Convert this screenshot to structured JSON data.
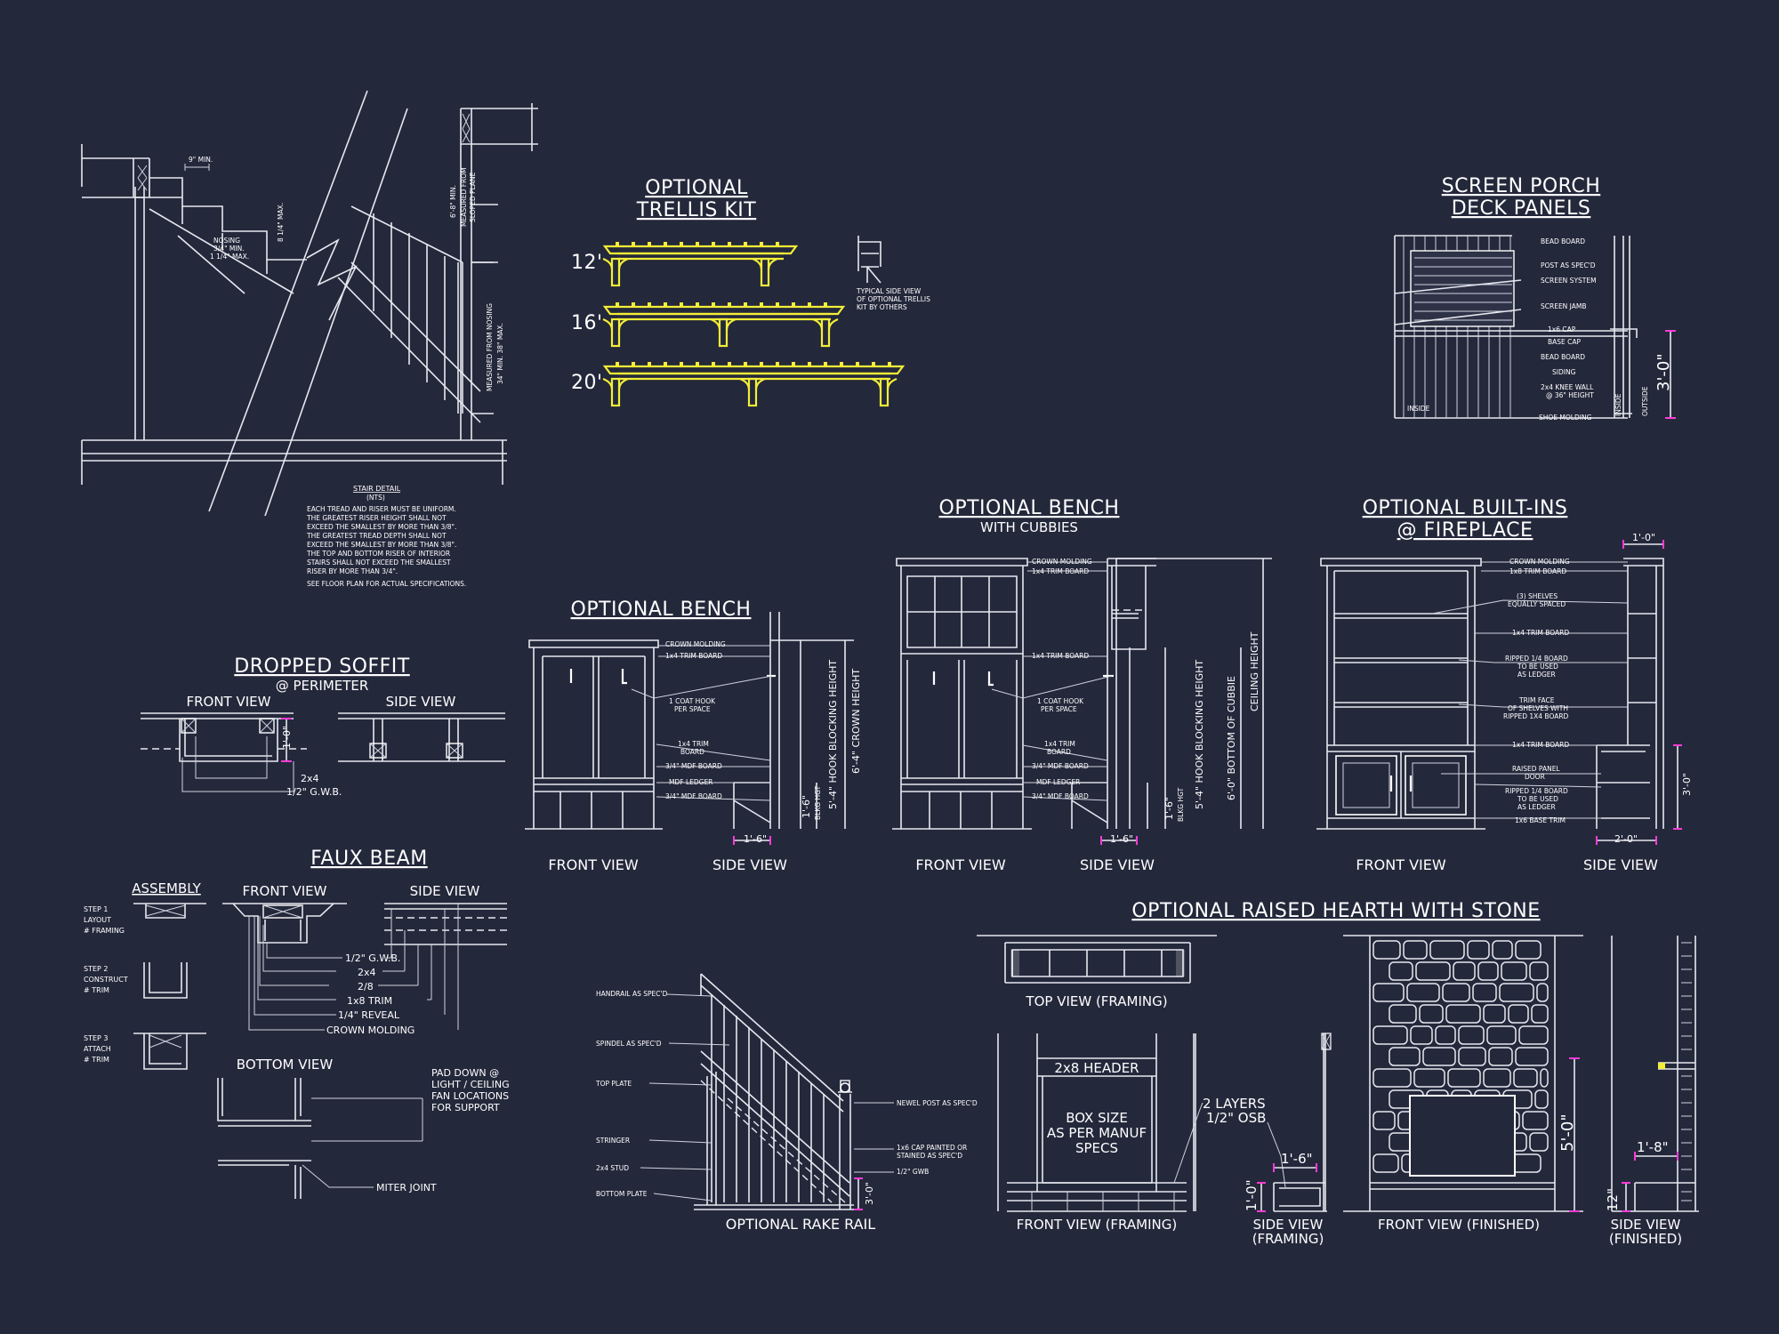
{
  "colors": {
    "background": "#24283b",
    "linework": "#ffffff",
    "trellis": "#f3ee38",
    "dimension_ticks": "#ff3ad8"
  },
  "stair": {
    "dims": [
      "9\" MIN.",
      "8 1/4\" MAX.",
      "NOSING",
      "3/4\" MIN.",
      "1 1/4\" MAX.",
      "6'-8\" MIN.",
      "MEASURED FROM",
      "SLOPED PLANE",
      "MEASURED FROM NOSING",
      "34\" MIN. 38\" MAX."
    ],
    "title": "STAIR DETAIL",
    "nts": "(NTS)",
    "notes": [
      "EACH TREAD AND RISER MUST BE UNIFORM.",
      "THE GREATEST RISER HEIGHT SHALL NOT",
      "EXCEED THE SMALLEST BY MORE THAN 3/8\".",
      "THE GREATEST TREAD DEPTH SHALL NOT",
      "EXCEED THE SMALLEST BY MORE THAN 3/8\".",
      "THE TOP AND BOTTOM RISER OF INTERIOR",
      "STAIRS SHALL NOT EXCEED THE SMALLEST",
      "RISER BY MORE THAN 3/4\".",
      "SEE FLOOR PLAN FOR ACTUAL SPECIFICATIONS."
    ]
  },
  "trellis": {
    "title_line1": "OPTIONAL",
    "title_line2": "TRELLIS KIT",
    "sizes": [
      "12'",
      "16'",
      "20'"
    ],
    "side_note": [
      "TYPICAL SIDE VIEW",
      "OF OPTIONAL TRELLIS",
      "KIT BY OTHERS"
    ]
  },
  "screen_porch": {
    "title_line1": "SCREEN PORCH",
    "title_line2": "DECK PANELS",
    "labels": [
      "BEAD BOARD",
      "POST AS SPEC'D",
      "SCREEN SYSTEM",
      "SCREEN JAMB",
      "1x6 CAP",
      "BASE CAP",
      "BEAD BOARD",
      "SIDING",
      "2x4 KNEE WALL",
      "@ 36\" HEIGHT",
      "SHOE MOLDING"
    ],
    "inside": "INSIDE",
    "outside": "OUTSIDE",
    "height": "3'-0\""
  },
  "bench_cubbies": {
    "title": "OPTIONAL BENCH",
    "subtitle": "WITH CUBBIES",
    "labels": [
      "CROWN MOLDING",
      "1x4 TRIM BOARD",
      "1x4 TRIM BOARD",
      "1 COAT HOOK",
      "PER SPACE",
      "1x4 TRIM",
      "BOARD",
      "3/4\" MDF BOARD",
      "MDF LEDGER",
      "3/4\" MDF BOARD"
    ],
    "dims": [
      "1'-6\"",
      "BLKG HGT",
      "5'-4\" HOOK BLOCKING HEIGHT",
      "6'-0\" BOTTOM OF CUBBIE",
      "CEILING HEIGHT",
      "1'-6\""
    ],
    "front_view": "FRONT VIEW",
    "side_view": "SIDE VIEW"
  },
  "builtins": {
    "title": "OPTIONAL BUILT-INS",
    "subtitle": "@ FIREPLACE",
    "labels": [
      "CROWN MOLDING",
      "1x8 TRIM BOARD",
      "(3) SHELVES",
      "EQUALLY SPACED",
      "1x4 TRIM BOARD",
      "RIPPED 1/4 BOARD",
      "TO BE USED",
      "AS LEDGER",
      "TRIM FACE",
      "OF SHELVES WITH",
      "RIPPED 1X4 BOARD",
      "1x4 TRIM BOARD",
      "RAISED PANEL",
      "DOOR",
      "RIPPED 1/4 BOARD",
      "TO BE USED",
      "AS LEDGER",
      "1x6 BASE TRIM"
    ],
    "dims": [
      "1'-0\"",
      "3'-0\"",
      "2'-0\""
    ],
    "front_view": "FRONT VIEW",
    "side_view": "SIDE VIEW"
  },
  "bench": {
    "title": "OPTIONAL BENCH",
    "labels": [
      "CROWN MOLDING",
      "1x4 TRIM BOARD",
      "1 COAT HOOK",
      "PER SPACE",
      "1x4 TRIM",
      "BOARD",
      "3/4\" MDF BOARD",
      "MDF LEDGER",
      "3/4\" MDF BOARD"
    ],
    "dims": [
      "1'-6\"",
      "BLKG HGT",
      "5'-4\" HOOK BLOCKING HEIGHT",
      "6'-4\" CROWN HEIGHT",
      "1'-6\""
    ],
    "front_view": "FRONT VIEW",
    "side_view": "SIDE VIEW"
  },
  "soffit": {
    "title": "DROPPED SOFFIT",
    "subtitle": "@ PERIMETER",
    "front_view": "FRONT VIEW",
    "side_view": "SIDE VIEW",
    "labels": [
      "2x4",
      "1/2\" G.W.B."
    ],
    "dim": "1'-0\""
  },
  "faux_beam": {
    "title": "FAUX BEAM",
    "assembly": "ASSEMBLY",
    "steps": [
      [
        "STEP 1",
        "LAYOUT",
        "# FRAMING"
      ],
      [
        "STEP 2",
        "CONSTRUCT",
        "# TRIM"
      ],
      [
        "STEP 3",
        "ATTACH",
        "# TRIM"
      ]
    ],
    "front_view": "FRONT VIEW",
    "side_view": "SIDE VIEW",
    "bottom_view": "BOTTOM VIEW",
    "labels": [
      "1/2\" G.W.B.",
      "2x4",
      "2/8",
      "1x8 TRIM",
      "1/4\" REVEAL",
      "CROWN MOLDING"
    ],
    "pad_note": [
      "PAD DOWN @",
      "LIGHT / CEILING",
      "FAN LOCATIONS",
      "FOR SUPPORT"
    ],
    "miter": "MITER JOINT"
  },
  "rake_rail": {
    "labels_left": [
      "HANDRAIL AS SPEC'D",
      "SPINDEL AS SPEC'D",
      "TOP PLATE",
      "STRINGER",
      "2x4 STUD",
      "BOTTOM PLATE"
    ],
    "labels_right": [
      "NEWEL POST AS SPEC'D",
      "1x6 CAP PAINTED OR",
      "STAINED AS SPEC'D",
      "1/2\" GWB"
    ],
    "dim": "3'-0\"",
    "caption": "OPTIONAL RAKE RAIL"
  },
  "hearth": {
    "title": "OPTIONAL RAISED HEARTH WITH STONE",
    "top_view": "TOP VIEW (FRAMING)",
    "header": "2x8 HEADER",
    "box": [
      "BOX SIZE",
      "AS PER MANUF",
      "SPECS"
    ],
    "osb": [
      "2 LAYERS",
      "1/2\" OSB"
    ],
    "dims": [
      "1'-6\"",
      "1'-0\"",
      "5'-0\"",
      "1'-8\"",
      "12\""
    ],
    "front_framing": "FRONT VIEW (FRAMING)",
    "side_framing": [
      "SIDE VIEW",
      "(FRAMING)"
    ],
    "front_finished": "FRONT VIEW (FINISHED)",
    "side_finished": [
      "SIDE VIEW",
      "(FINISHED)"
    ]
  }
}
